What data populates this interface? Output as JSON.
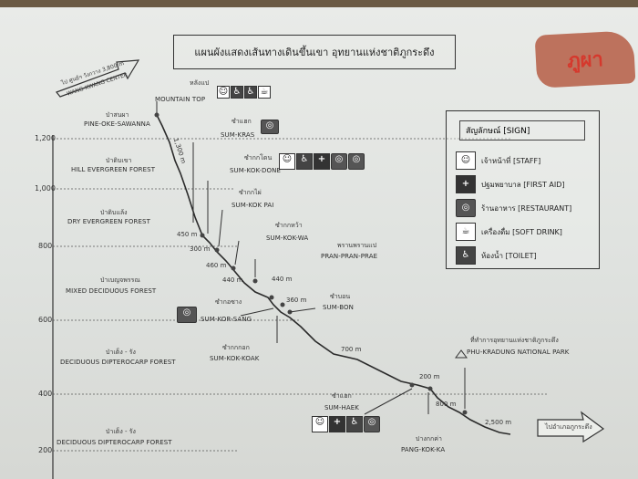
{
  "title": "แผนผังแสดงเส้นทางเดินขึ้นเขา อุทยานแห่งชาติภูกระดึง",
  "stamp": "ภูผา",
  "start_note": {
    "line1": "ไป ศูนย์ฯ วังกวาง 3,800 m",
    "line2": "WANG-KWANG CENTER"
  },
  "altitudes": [
    "1,200",
    "1,000",
    "800",
    "600",
    "400",
    "200"
  ],
  "zones": [
    {
      "thai": "ป่าสนผา",
      "en": "PINE-OKE-SAWANNA"
    },
    {
      "thai": "ป่าดิบเขา",
      "en": "HILL EVERGREEN FOREST"
    },
    {
      "thai": "ป่าดิบแล้ง",
      "en": "DRY EVERGREEN FOREST"
    },
    {
      "thai": "ป่าเบญจพรรณ",
      "en": "MIXED DECIDUOUS FOREST"
    },
    {
      "thai": "ป่าเต็ง - รัง",
      "en": "DECIDUOUS DIPTEROCARP FOREST"
    },
    {
      "thai": "ป่าเต็ง - รัง",
      "en": "DECIDUOUS DIPTEROCARP FOREST"
    }
  ],
  "stops": [
    {
      "thai": "หลังแป",
      "en": "MOUNTAIN TOP"
    },
    {
      "thai": "ซำแฮก",
      "en": "SUM-KRAS"
    },
    {
      "thai": "ซำกกโดน",
      "en": "SUM-KOK-DONE"
    },
    {
      "thai": "ซำกกไผ่",
      "en": "SUM-KOK PAI"
    },
    {
      "thai": "ซำกกหว้า",
      "en": "SUM-KOK-WA"
    },
    {
      "thai": "พรานพรานแป",
      "en": "PRAN-PRAN-PRAE"
    },
    {
      "thai": "ซำบอน",
      "en": "SUM-BON"
    },
    {
      "thai": "ซำกอซาง",
      "en": "SUM-KOR-SANG"
    },
    {
      "thai": "ซำกกกอก",
      "en": "SUM-KOK-KOAK"
    },
    {
      "thai": "ซำแฮก",
      "en": "SUM-HAEK"
    },
    {
      "thai": "ปางกกค่า",
      "en": "PANG-KOK-KA"
    }
  ],
  "distances": [
    "1,300 m",
    "450 m",
    "300 m",
    "460 m",
    "440 m",
    "440 m",
    "360 m",
    "700 m",
    "200 m",
    "800 m",
    "2,500 m"
  ],
  "park_office": {
    "thai": "ที่ทำการอุทยานแห่งชาติภูกระดึง",
    "en": "PHU-KRADUNG NATIONAL PARK"
  },
  "exit_sign": "ไปอำเภอภูกระดึง",
  "legend": {
    "heading": "สัญลักษณ์ [SIGN]",
    "items": [
      {
        "icon": "staff-icon",
        "label": "เจ้าหน้าที่ [STAFF]"
      },
      {
        "icon": "first-aid-icon",
        "label": "ปฐมพยาบาล [FIRST AID]"
      },
      {
        "icon": "restaurant-icon",
        "label": "ร้านอาหาร [RESTAURANT]"
      },
      {
        "icon": "soft-drink-icon",
        "label": "เครื่องดื่ม [SOFT DRINK]"
      },
      {
        "icon": "toilet-icon",
        "label": "ห้องน้ำ [TOILET]"
      }
    ]
  },
  "colors": {
    "board": "#e6e8e5",
    "ink": "#2b2b2b",
    "stamp": "#d4261a",
    "frame": "#6b5a44"
  }
}
